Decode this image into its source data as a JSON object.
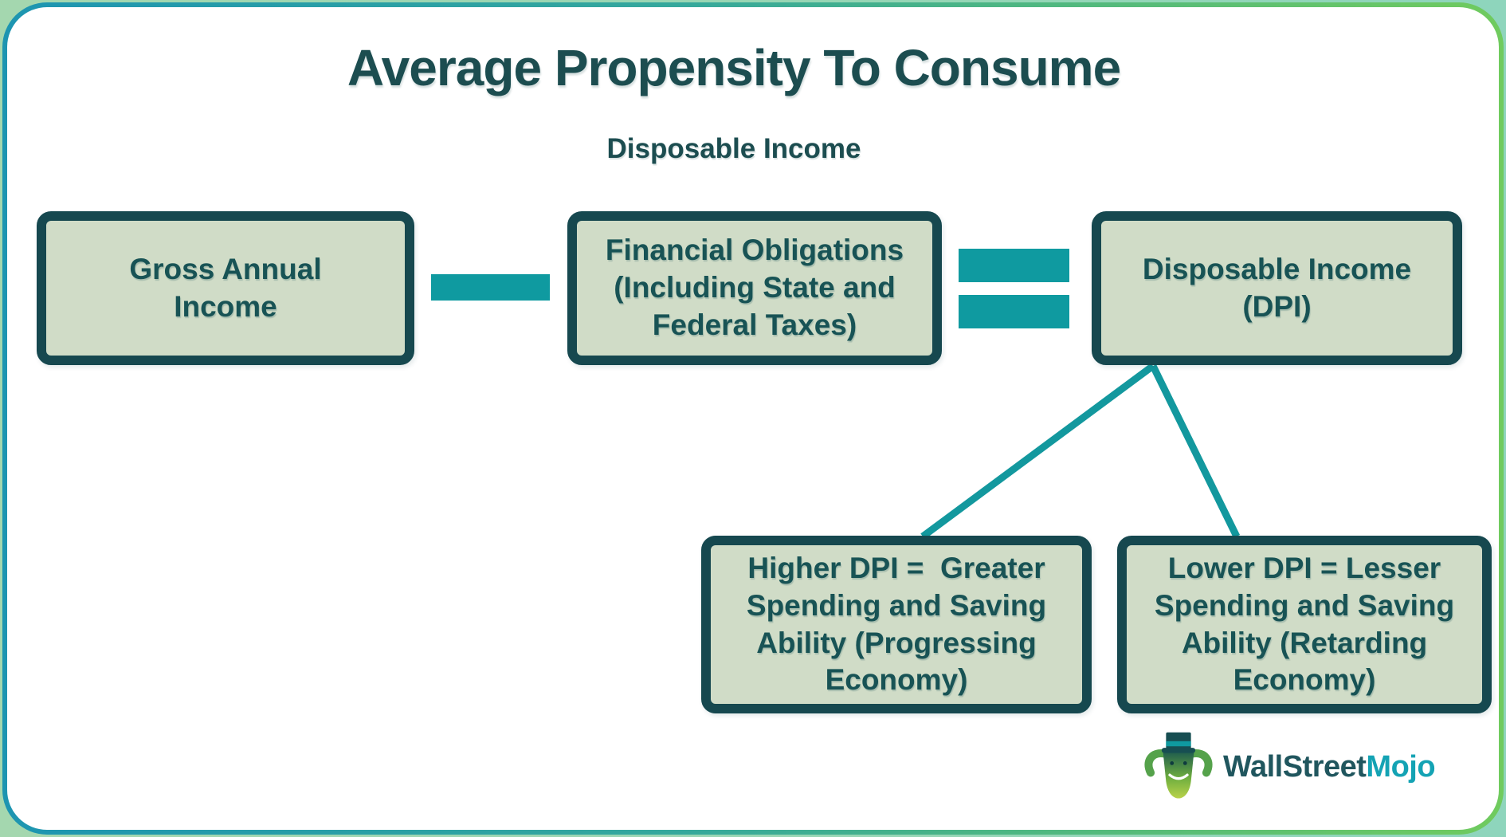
{
  "page": {
    "title": "Average Propensity To Consume",
    "subtitle": "Disposable Income"
  },
  "diagram": {
    "nodes": {
      "gross_income": {
        "text": "Gross Annual\nIncome"
      },
      "financial_obligations": {
        "text": "Financial Obligations\n(Including State and\nFederal Taxes)"
      },
      "disposable_income": {
        "text": "Disposable Income\n(DPI)"
      },
      "higher_dpi": {
        "text": "Higher DPI =  Greater\nSpending and Saving\nAbility (Progressing\nEconomy)"
      },
      "lower_dpi": {
        "text": "Lower DPI = Lesser\nSpending and Saving\nAbility (Retarding\nEconomy)"
      }
    },
    "operators": {
      "between_gross_and_obligations": "minus",
      "between_obligations_and_dpi": "equals"
    }
  },
  "branding": {
    "wordmark_primary": "WallStreet",
    "wordmark_accent": "Mojo",
    "logo_icon": "bull-with-top-hat"
  },
  "colors": {
    "box_fill": "#d0dcc7",
    "box_border": "#16484f",
    "box_text": "#185355",
    "accent_teal": "#0f9aa0",
    "frame_gradient_left": "#1d95b1",
    "frame_gradient_right": "#70cb5e",
    "outer_background": "#9ad6b6",
    "wordmark_primary_color": "#20565e",
    "wordmark_accent_color": "#14a3b4"
  }
}
